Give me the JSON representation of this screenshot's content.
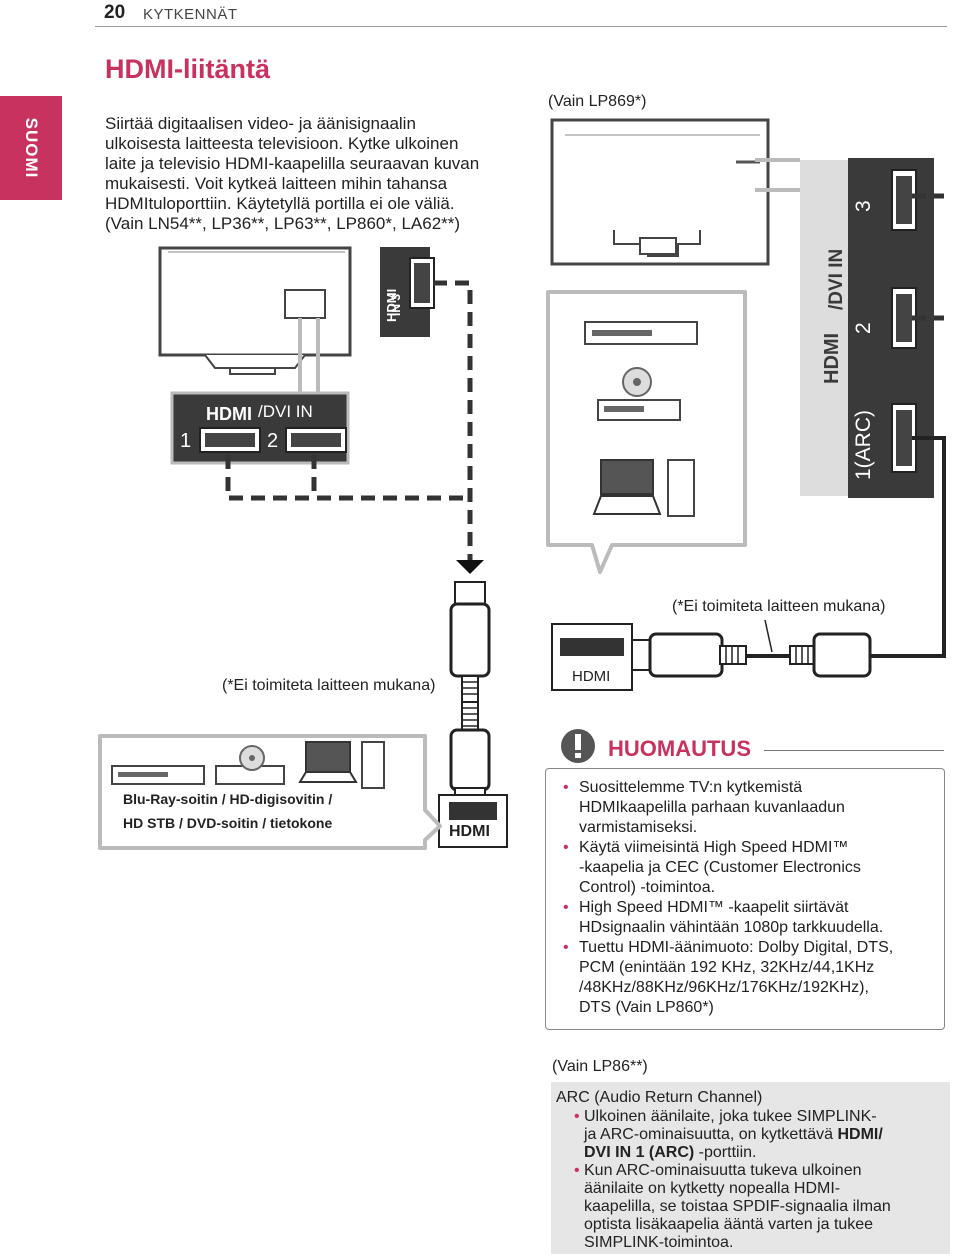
{
  "header": {
    "page_number": "20",
    "section": "KYTKENNÄT"
  },
  "side_tab": "SUOMI",
  "title": "HDMI-liitäntä",
  "intro": [
    "Siirtää digitaalisen video- ja äänisignaalin",
    "ulkoisesta laitteesta televisioon. Kytke ulkoinen",
    "laite ja televisio HDMI-kaapelilla seuraavan kuvan",
    "mukaisesti. Voit kytkeä laitteen mihin tahansa",
    "HDMItuloporttiin. Käytetyllä portilla ei ole väliä.",
    "(Vain LN54**, LP36**, LP63**, LP860*, LA62**)"
  ],
  "diagram": {
    "left_tv_port_label": "IN 3",
    "left_panel": {
      "label": "/DVI IN",
      "port1": "1",
      "port2": "2"
    },
    "lp869_label": "(Vain LP869*)",
    "right_panel": {
      "label": "/DVI IN",
      "port1": "1(ARC)",
      "port2": "2",
      "port3": "3"
    },
    "not_included_right": "(*Ei toimiteta laitteen mukana)",
    "not_included_left": "(*Ei toimiteta laitteen mukana)",
    "hdmi_connector_right": "HDMI",
    "hdmi_connector_bottom": "HDMI",
    "devices_caption_1": "Blu-Ray-soitin / HD-digisovitin /",
    "devices_caption_2": "HD STB / DVD-soitin / tietokone"
  },
  "note": {
    "title": "HUOMAUTUS",
    "items": [
      [
        "Suosittelemme TV:n kytkemistä",
        "HDMIkaapelilla parhaan kuvanlaadun",
        "varmistamiseksi."
      ],
      [
        "Käytä viimeisintä High Speed HDMI™",
        "-kaapelia ja CEC (Customer Electronics",
        "Control) -toimintoa."
      ],
      [
        "High Speed HDMI™ -kaapelit siirtävät",
        "HDsignaalin vähintään 1080p tarkkuudella."
      ],
      [
        "Tuettu HDMI-äänimuoto: Dolby Digital, DTS,",
        "PCM (enintään 192 KHz, 32KHz/44,1KHz",
        "/48KHz/88KHz/96KHz/176KHz/192KHz),",
        "DTS (Vain LP860*)"
      ]
    ]
  },
  "arc": {
    "label": "(Vain LP86**)",
    "heading": "ARC (Audio Return Channel)",
    "item1": {
      "l1": "Ulkoinen äänilaite, joka tukee SIMPLINK-",
      "l2a": "ja ARC-ominaisuutta, on kytkettävä ",
      "l2b": "HDMI/",
      "l3a": "DVI IN 1 (ARC)",
      "l3b": " -porttiin."
    },
    "item2": [
      "Kun ARC-ominaisuutta tukeva ulkoinen",
      "äänilaite on kytketty nopealla HDMI-",
      "kaapelilla, se toistaa SPDIF-signaalia ilman",
      "optista lisäkaapelia ääntä varten ja tukee",
      "SIMPLINK-toimintoa."
    ]
  },
  "colors": {
    "accent": "#c8325e",
    "panel": "#3a3a3a",
    "box": "#e6e6e6"
  }
}
